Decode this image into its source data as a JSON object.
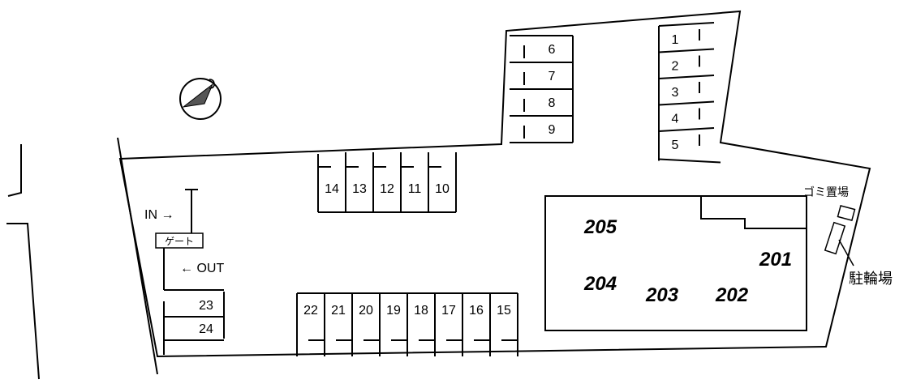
{
  "road_labels": {
    "in": "IN →",
    "out": "← OUT",
    "gate": "ゲート"
  },
  "facilities": {
    "garbage": "ゴミ置場",
    "bicycle": "駐輪場"
  },
  "building": {
    "units": [
      "205",
      "201",
      "204",
      "203",
      "202"
    ]
  },
  "parking": {
    "right_column": [
      "1",
      "2",
      "3",
      "4",
      "5"
    ],
    "upper_column": [
      "6",
      "7",
      "8",
      "9"
    ],
    "middle_row": [
      "14",
      "13",
      "12",
      "11",
      "10"
    ],
    "bottom_row": [
      "22",
      "21",
      "20",
      "19",
      "18",
      "17",
      "16",
      "15"
    ],
    "left_stack": [
      "23",
      "24"
    ]
  },
  "icons": {
    "compass": "compass-icon"
  }
}
